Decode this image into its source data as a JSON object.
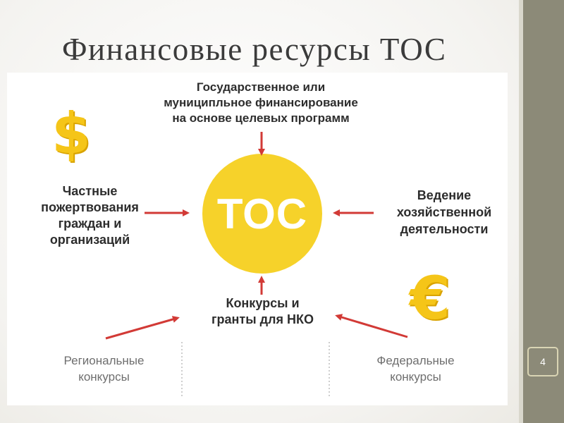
{
  "slide": {
    "title": "Финансовые ресурсы ТОС",
    "page_number": "4"
  },
  "diagram": {
    "center": "ТОС",
    "top": [
      "Государственное или",
      "муниципльное финансирование",
      "на основе целевых программ"
    ],
    "left": [
      "Частные",
      "пожертвования",
      "граждан и",
      "организаций"
    ],
    "right": [
      "Ведение",
      "хозяйственной",
      "деятельности"
    ],
    "bottom": [
      "Конкурсы и",
      "гранты для НКО"
    ],
    "bottom_left": [
      "Региональные",
      "конкурсы"
    ],
    "bottom_right": [
      "Федеральные",
      "конкурсы"
    ]
  },
  "icons": {
    "dollar": "dollar-icon",
    "euro": "euro-icon"
  },
  "colors": {
    "circle": "#f6d22a",
    "arrow": "#d23a36",
    "coin": "#f5c518",
    "sidebar": "#8c8a78"
  }
}
